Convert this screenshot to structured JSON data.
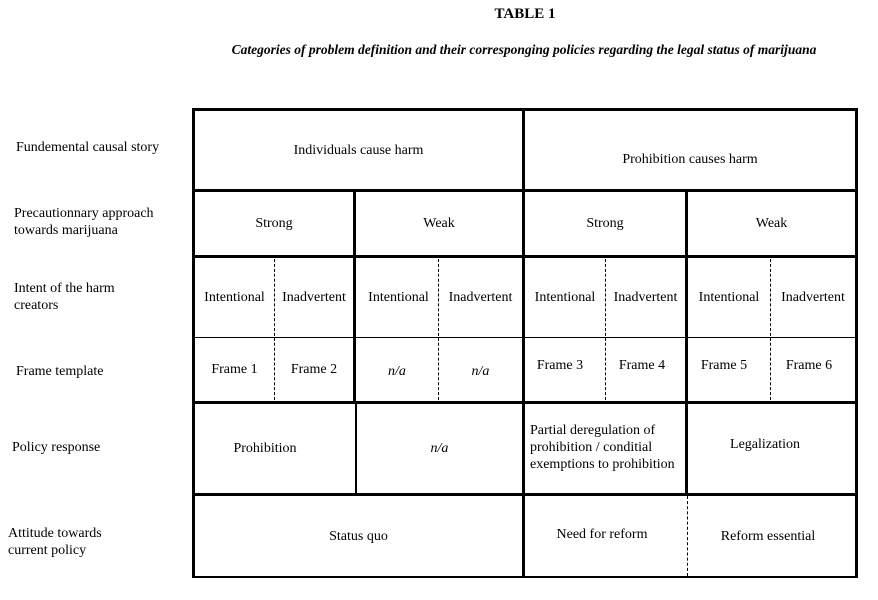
{
  "table": {
    "title": "TABLE 1",
    "caption": "Categories of problem definition and their corresponging policies regarding the legal status of marijuana"
  },
  "row_labels": {
    "causal_story": "Fundemental causal story",
    "precaution_line1": "Precautionnary approach",
    "precaution_line2": "towards marijuana",
    "intent_line1": "Intent of the harm",
    "intent_line2": "creators",
    "frame_template": "Frame template",
    "policy_response": "Policy response",
    "attitude_line1": "Attitude towards",
    "attitude_line2": "current policy"
  },
  "causal_story": {
    "individuals": "Individuals cause harm",
    "prohibition": "Prohibition causes harm"
  },
  "precaution": [
    "Strong",
    "Weak",
    "Strong",
    "Weak"
  ],
  "intent": [
    "Intentional",
    "Inadvertent",
    "Intentional",
    "Inadvertent",
    "Intentional",
    "Inadvertent",
    "Intentional",
    "Inadvertent"
  ],
  "frames": [
    "Frame 1",
    "Frame 2",
    "n/a",
    "n/a",
    "Frame 3",
    "Frame 4",
    "Frame 5",
    "Frame 6"
  ],
  "policy": {
    "prohibition": "Prohibition",
    "na": "n/a",
    "partial_line1": "Partial deregulation of",
    "partial_line2": "prohibition / conditial",
    "partial_line3": "exemptions to prohibition",
    "legalization": "Legalization"
  },
  "attitude": {
    "status_quo": "Status quo",
    "need_reform": "Need for reform",
    "reform_essential": "Reform essential"
  }
}
